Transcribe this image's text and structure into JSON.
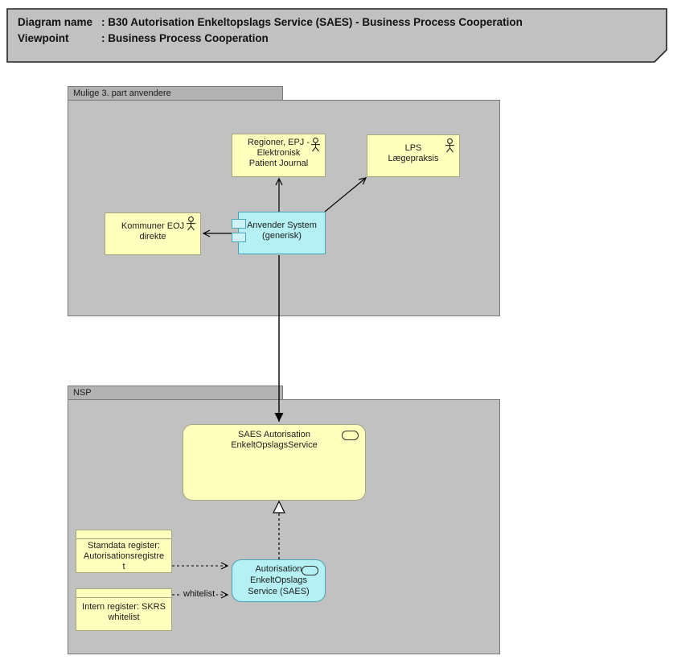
{
  "title": {
    "line1_label": "Diagram name",
    "line1_value": ": B30 Autorisation Enkeltopslags Service (SAES) - Business Process Cooperation",
    "line2_label": "Viewpoint",
    "line2_value": ": Business Process Cooperation"
  },
  "groups": {
    "third_party": {
      "label": "Mulige 3. part anvendere"
    },
    "nsp": {
      "label": "NSP"
    }
  },
  "nodes": {
    "regioner": {
      "line1": "Regioner, EPJ -",
      "line2": "Elektronisk",
      "line3": "Patient Journal",
      "type": "business-actor"
    },
    "lps": {
      "line1": "LPS",
      "line2": "Lægepraksis",
      "type": "business-actor"
    },
    "kommuner": {
      "line1": "Kommuner EOJ",
      "line2": "direkte",
      "type": "business-actor"
    },
    "anvender": {
      "line1": "Anvender System",
      "line2": "(generisk)",
      "type": "application-component"
    },
    "saes_service": {
      "line1": "SAES Autorisation",
      "line2": "EnkeltOpslagsService",
      "type": "service"
    },
    "autorisation_service": {
      "line1": "Autorisation",
      "line2": "EnkeltOpslags",
      "line3": "Service (SAES)",
      "type": "service"
    },
    "stamdata": {
      "line1": "Stamdata register:",
      "line2": "Autorisationsregistre",
      "line3": "t",
      "type": "object"
    },
    "intern": {
      "line1": "Intern register: SKRS",
      "line2": "whitelist",
      "type": "object"
    }
  },
  "edges": {
    "whitelist_label": "whitelist"
  },
  "colors": {
    "group_fill": "#c1c1c1",
    "group_tab": "#b2b2b2",
    "element_yellow": "#ffffbe",
    "element_yellow_border": "#a6a67c",
    "element_cyan": "#b4f0f4",
    "element_cyan_border": "#4aa4b5"
  }
}
